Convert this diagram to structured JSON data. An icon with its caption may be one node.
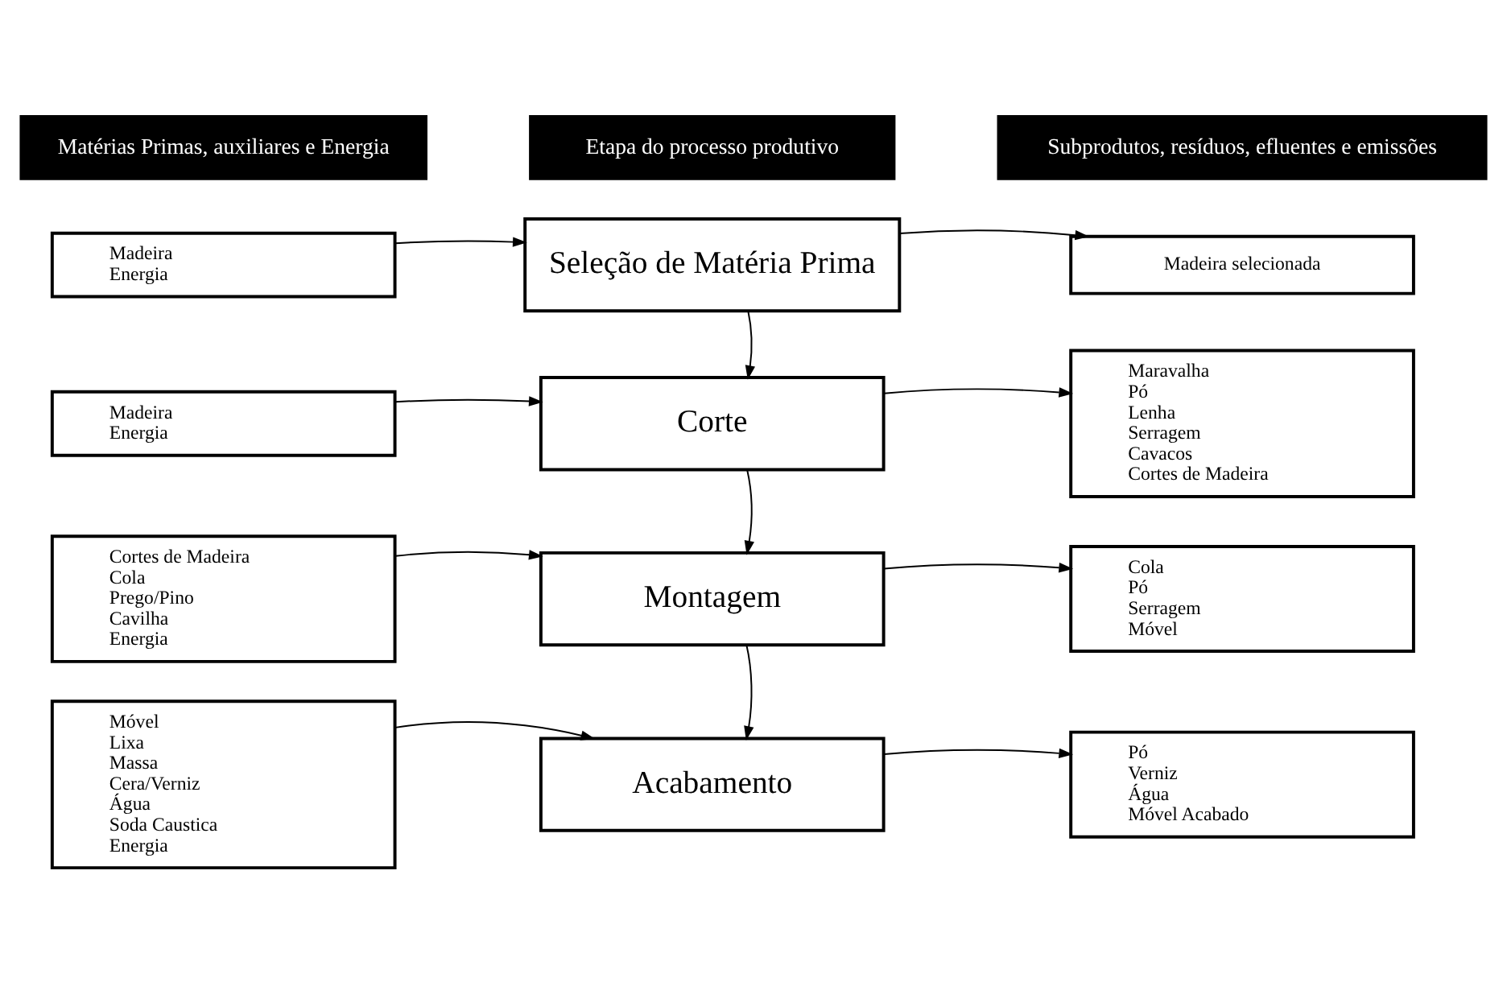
{
  "diagram": {
    "nodes": [
      {
        "text": [
          "Matérias Primas, auxiliares e Energia"
        ]
      },
      {
        "text": [
          "Etapa do processo produtivo"
        ]
      },
      {
        "text": [
          "Subprodutos, resíduos, efluentes e emissões"
        ]
      },
      {
        "text": [
          "Madeira",
          "Energia"
        ]
      },
      {
        "text": [
          "Seleção de Matéria Prima"
        ]
      },
      {
        "text": [
          "Madeira selecionada"
        ]
      },
      {
        "text": [
          "Madeira",
          "Energia"
        ]
      },
      {
        "text": [
          "Corte"
        ]
      },
      {
        "text": [
          "Maravalha",
          "Pó",
          "Lenha",
          "Serragem",
          "Cavacos",
          "Cortes de Madeira"
        ]
      },
      {
        "text": [
          "Cortes de Madeira",
          "Cola",
          "Prego/Pino",
          "Cavilha",
          "Energia"
        ]
      },
      {
        "text": [
          "Montagem"
        ]
      },
      {
        "text": [
          "Cola",
          "Pó",
          "Serragem",
          "Móvel"
        ]
      },
      {
        "text": [
          "Móvel",
          "Lixa",
          "Massa",
          "Cera/Verniz",
          "Água",
          "Soda Caustica",
          "Energia"
        ]
      },
      {
        "text": [
          "Acabamento"
        ]
      },
      {
        "text": [
          "Pó",
          "Verniz",
          "Água",
          "Móvel Acabado"
        ]
      }
    ],
    "edges": [
      {
        "from": 3,
        "to": 4,
        "arrow": "to"
      },
      {
        "from": 4,
        "to": 5,
        "arrow": "to"
      },
      {
        "from": 4,
        "to": 7,
        "arrow": "to"
      },
      {
        "from": 6,
        "to": 7,
        "arrow": "to"
      },
      {
        "from": 7,
        "to": 8,
        "arrow": "to"
      },
      {
        "from": 7,
        "to": 10,
        "arrow": "to"
      },
      {
        "from": 9,
        "to": 10,
        "arrow": "to"
      },
      {
        "from": 10,
        "to": 11,
        "arrow": "to"
      },
      {
        "from": 10,
        "to": 13,
        "arrow": "to"
      },
      {
        "from": 12,
        "to": 13,
        "arrow": "to"
      },
      {
        "from": 13,
        "to": 14,
        "arrow": "to"
      }
    ]
  }
}
